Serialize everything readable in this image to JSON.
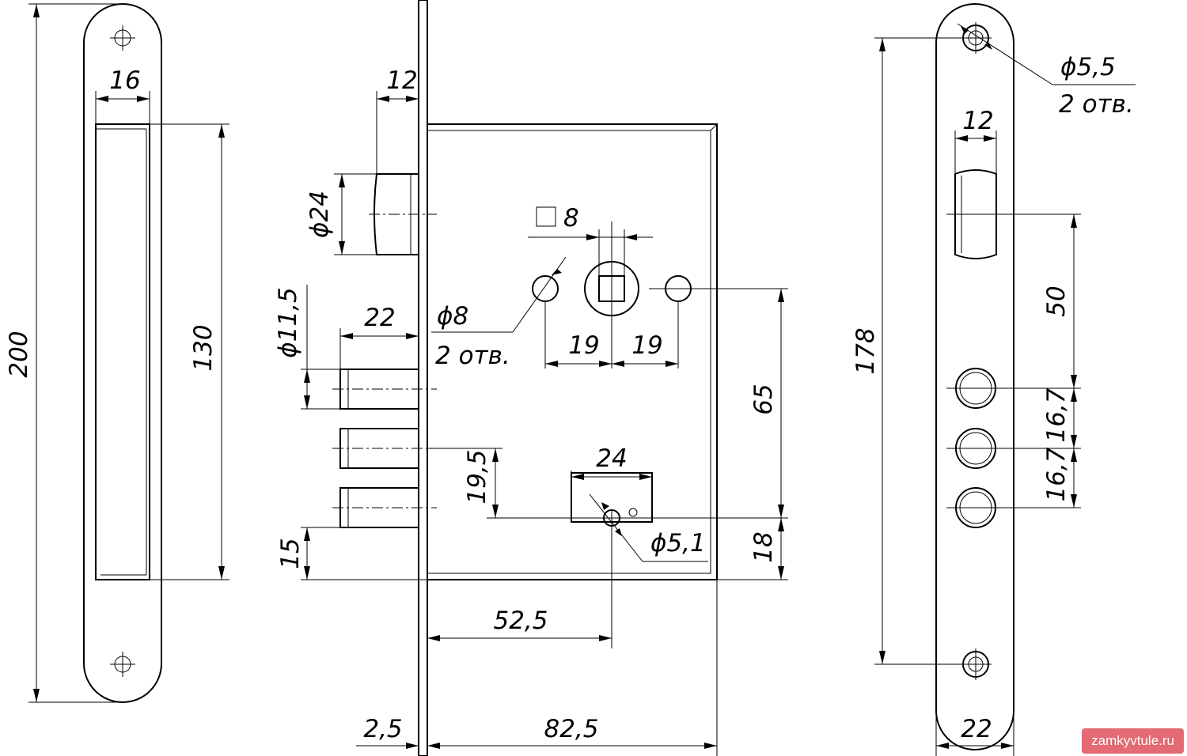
{
  "dimensions": {
    "d200": "200",
    "d16": "16",
    "d130": "130",
    "d12_bolt": "12",
    "d24_bolt": "ϕ24",
    "d11_5": "ϕ11,5",
    "d22_bolts": "22",
    "d15": "15",
    "d8_holes": "ϕ8",
    "holes_2_a": "2 отв.",
    "d8_square": "8",
    "d19_left": "19",
    "d19_right": "19",
    "d65": "65",
    "d19_5": "19,5",
    "d24_cyl": "24",
    "d5_1": "ϕ5,1",
    "d18": "18",
    "d52_5": "52,5",
    "d2_5": "2,5",
    "d82_5": "82,5",
    "d5_5": "ϕ5,5",
    "holes_2_b": "2 отв.",
    "d12_face": "12",
    "d178": "178",
    "d50": "50",
    "d16_7_a": "16,7",
    "d16_7_b": "16,7",
    "d22_face": "22"
  },
  "watermark": "zamkyvtule.ru"
}
